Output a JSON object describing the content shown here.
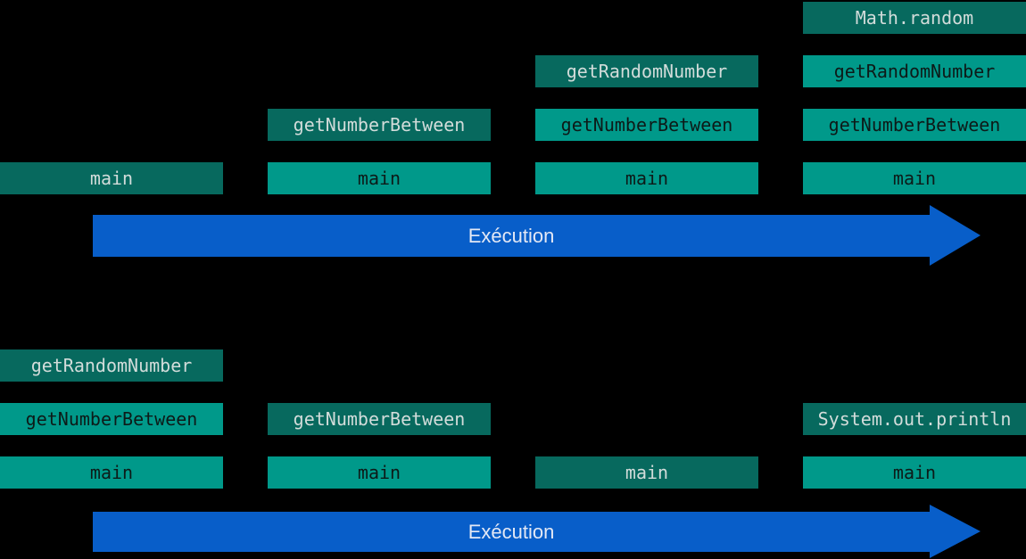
{
  "colors": {
    "background": "#000000",
    "frame_bg": "#00998A",
    "frame_text": "#0D1A18",
    "frame_highlight_bg": "#07695E",
    "frame_highlight_text": "#D2DCDA",
    "arrow": "#085EC9",
    "arrow_text": "#E3E8F5"
  },
  "timeline": {
    "arrow_label": "Exécution"
  },
  "sections": [
    {
      "name": "call-stack-growing",
      "stacks": [
        {
          "column": 0,
          "frames": [
            {
              "label": "main",
              "highlighted": true
            }
          ]
        },
        {
          "column": 1,
          "frames": [
            {
              "label": "main",
              "highlighted": false
            },
            {
              "label": "getNumberBetween",
              "highlighted": true
            }
          ]
        },
        {
          "column": 2,
          "frames": [
            {
              "label": "main",
              "highlighted": false
            },
            {
              "label": "getNumberBetween",
              "highlighted": false
            },
            {
              "label": "getRandomNumber",
              "highlighted": true
            }
          ]
        },
        {
          "column": 3,
          "frames": [
            {
              "label": "main",
              "highlighted": false
            },
            {
              "label": "getNumberBetween",
              "highlighted": false
            },
            {
              "label": "getRandomNumber",
              "highlighted": false
            },
            {
              "label": "Math.random",
              "highlighted": true
            }
          ]
        }
      ]
    },
    {
      "name": "call-stack-shrinking",
      "stacks": [
        {
          "column": 0,
          "frames": [
            {
              "label": "main",
              "highlighted": false
            },
            {
              "label": "getNumberBetween",
              "highlighted": false
            },
            {
              "label": "getRandomNumber",
              "highlighted": true
            }
          ]
        },
        {
          "column": 1,
          "frames": [
            {
              "label": "main",
              "highlighted": false
            },
            {
              "label": "getNumberBetween",
              "highlighted": true
            }
          ]
        },
        {
          "column": 2,
          "frames": [
            {
              "label": "main",
              "highlighted": true
            }
          ]
        },
        {
          "column": 3,
          "frames": [
            {
              "label": "main",
              "highlighted": false
            },
            {
              "label": "System.out.println",
              "highlighted": true
            }
          ]
        }
      ]
    }
  ]
}
